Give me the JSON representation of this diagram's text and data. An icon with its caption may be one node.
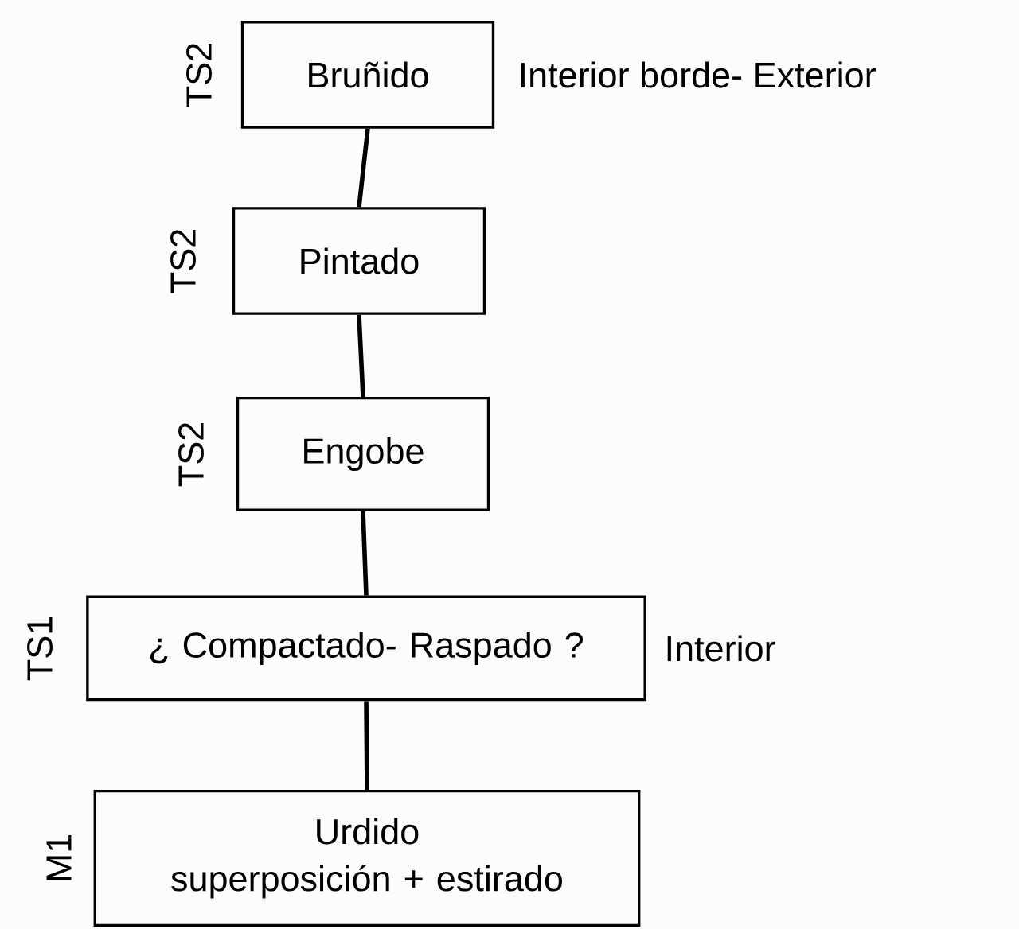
{
  "diagram": {
    "nodes": [
      {
        "text": [
          "Bruñido"
        ],
        "beside": [
          "TS2",
          "Interior borde- Exterior"
        ]
      },
      {
        "text": [
          "Pintado"
        ],
        "beside": [
          "TS2"
        ]
      },
      {
        "text": [
          "Engobe"
        ],
        "beside": [
          "TS2"
        ]
      },
      {
        "text": [
          "¿ Compactado- Raspado ?"
        ],
        "beside": [
          "TS1",
          "Interior"
        ]
      },
      {
        "text": [
          "Urdido",
          "superposición + estirado"
        ],
        "beside": [
          "M1"
        ]
      }
    ],
    "edges": [
      {
        "from": 0,
        "to": 1,
        "arrow": "none"
      },
      {
        "from": 1,
        "to": 2,
        "arrow": "none"
      },
      {
        "from": 2,
        "to": 3,
        "arrow": "none"
      },
      {
        "from": 3,
        "to": 4,
        "arrow": "none"
      }
    ]
  }
}
